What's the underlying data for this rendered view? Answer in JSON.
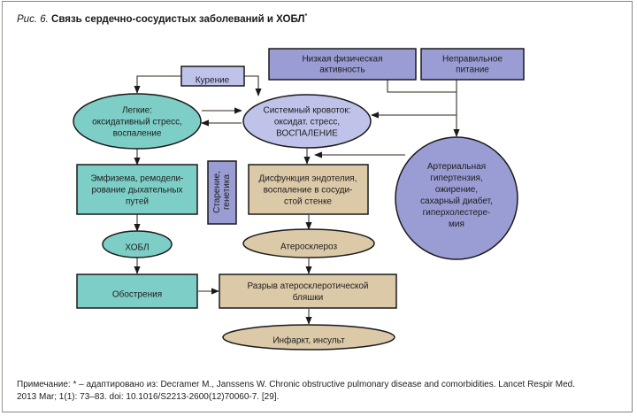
{
  "figure": {
    "label": "Рис. 6.",
    "title": "Связь сердечно-сосудистых заболеваний и ХОБЛ",
    "title_mark": "*"
  },
  "colors": {
    "teal": "#7dcec6",
    "lavender_dark": "#9a9cd4",
    "lavender_light": "#bfc3ea",
    "beige": "#dcc9a8",
    "outline": "#1a1a1a",
    "connector": "#5a5048"
  },
  "nodes": {
    "smoking": {
      "lines": [
        "Курение"
      ]
    },
    "low_activity": {
      "lines": [
        "Низкая физическая",
        "активность"
      ]
    },
    "poor_diet": {
      "lines": [
        "Неправильное",
        "питание"
      ]
    },
    "lungs": {
      "lines": [
        "Легкие:",
        "оксидативный стресс,",
        "воспаление"
      ]
    },
    "systemic": {
      "lines": [
        "Системный кровоток:",
        "оксидат. стресс,",
        "ВОСПАЛЕНИЕ"
      ]
    },
    "risk_factors": {
      "lines": [
        "Артериальная",
        "гипертензия,",
        "ожирение,",
        "сахарный диабет,",
        "гиперхолестере-",
        "мия"
      ]
    },
    "emphysema": {
      "lines": [
        "Эмфизема, ремодели-",
        "рование дыхательных",
        "путей"
      ]
    },
    "aging": {
      "lines": [
        "Старение,",
        "генетика"
      ]
    },
    "endothelium": {
      "lines": [
        "Дисфункция эндотелия,",
        "воспаление в сосуди-",
        "стой стенке"
      ]
    },
    "copd": {
      "lines": [
        "ХОБЛ"
      ]
    },
    "atherosclerosis": {
      "lines": [
        "Атеросклероз"
      ]
    },
    "exacerbations": {
      "lines": [
        "Обострения"
      ]
    },
    "plaque_rupture": {
      "lines": [
        "Разрыв атеросклеротической",
        "бляшки"
      ]
    },
    "infarction": {
      "lines": [
        "Инфаркт, инсульт"
      ]
    }
  },
  "note": {
    "line1": "Примечание: * – адаптировано из: Decramer M., Janssens W. Chronic obstructive pulmonary disease and comorbidities. Lancet Respir Med.",
    "line2": "2013 Mar; 1(1): 73–83. doi: 10.1016/S2213-2600(12)70060-7. [29]."
  }
}
